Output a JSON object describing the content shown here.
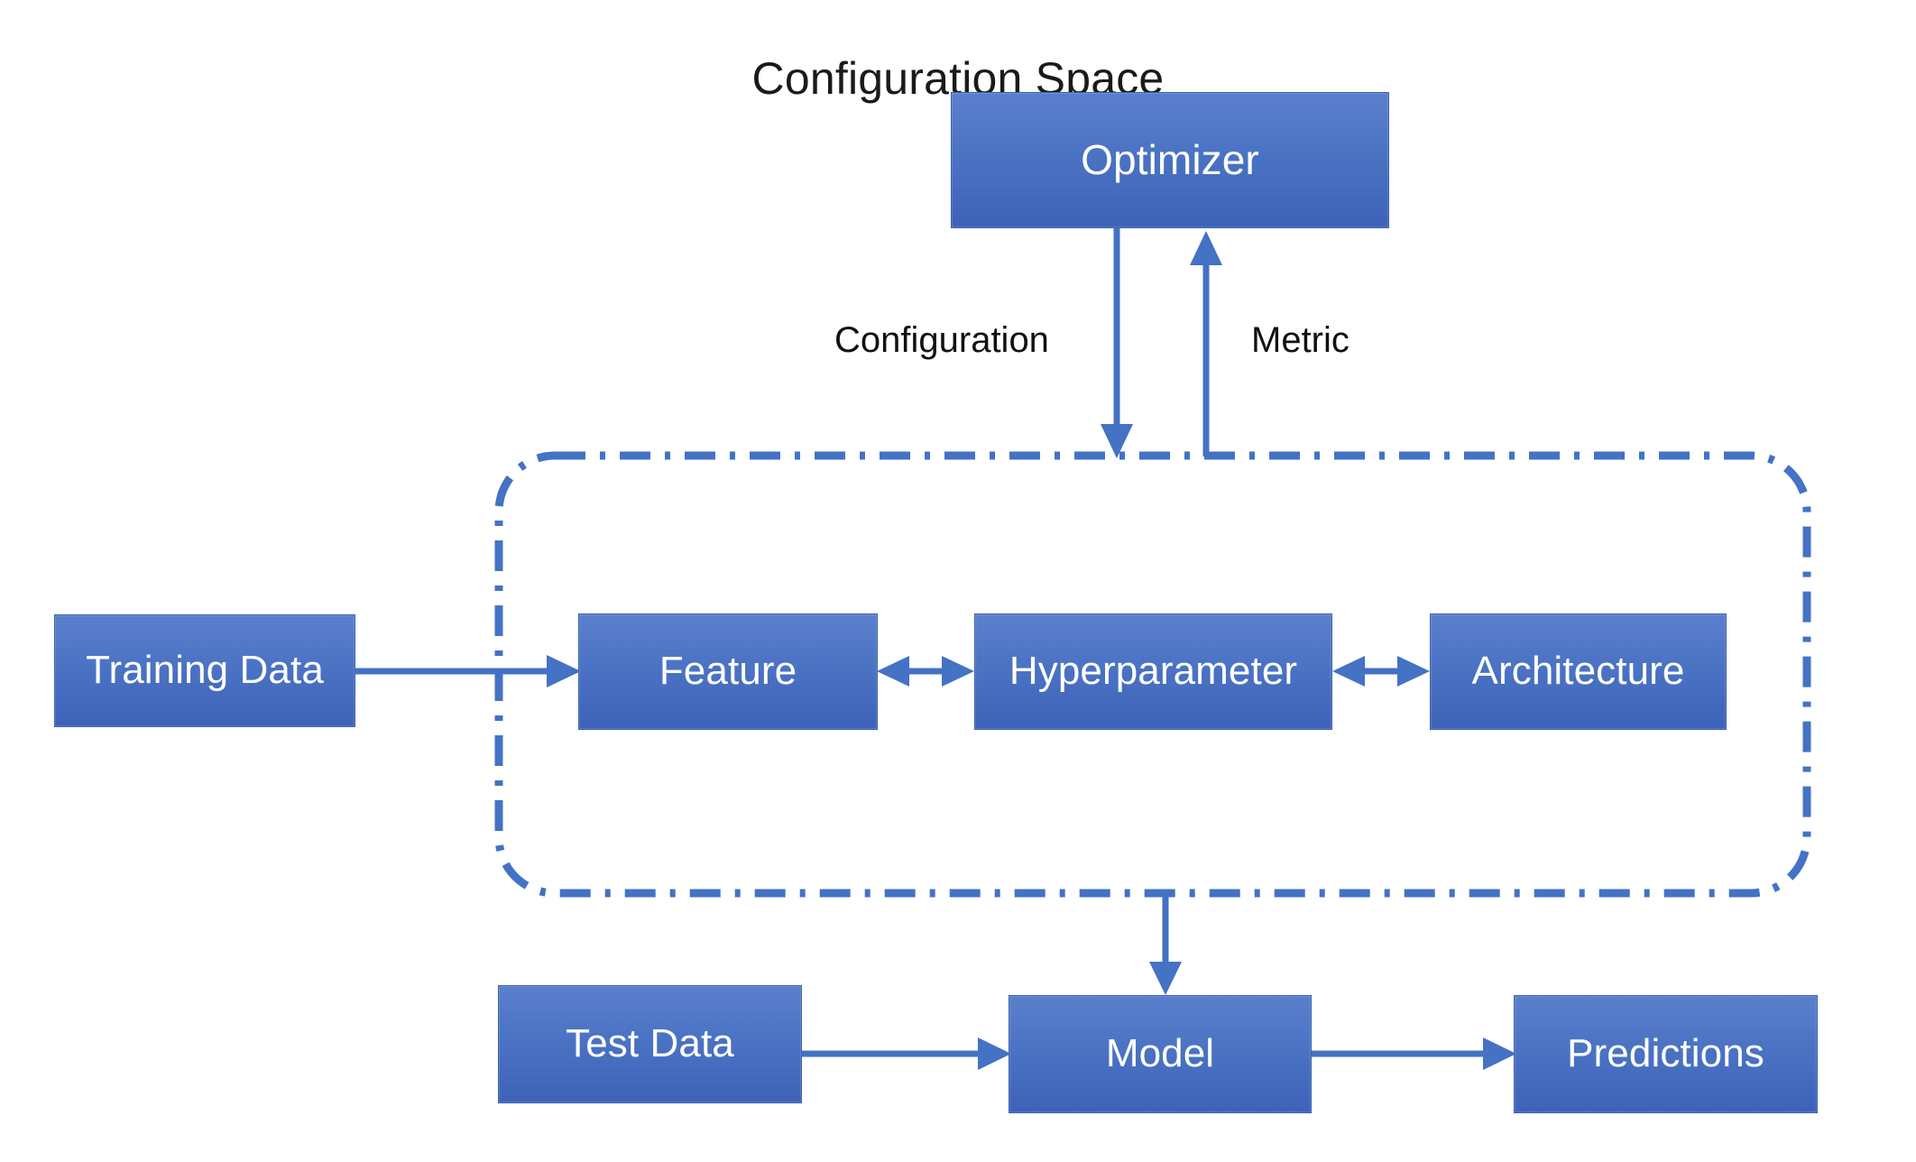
{
  "diagram": {
    "title": "Configuration Space",
    "background_color": "#ffffff",
    "accent_color": "#4472c4",
    "node_fill_top": "#5b7fcc",
    "node_fill_bottom": "#3d62b8",
    "node_border_color": "#3a5fb0",
    "node_text_color": "#ffffff",
    "label_text_color": "#111111"
  },
  "nodes": {
    "optimizer": {
      "label": "Optimizer"
    },
    "training_data": {
      "label": "Training Data"
    },
    "feature": {
      "label": "Feature"
    },
    "hyperparameter": {
      "label": "Hyperparameter"
    },
    "architecture": {
      "label": "Architecture"
    },
    "test_data": {
      "label": "Test Data"
    },
    "model": {
      "label": "Model"
    },
    "predictions": {
      "label": "Predictions"
    }
  },
  "container": {
    "title": "Configuration Space",
    "border_style": "dash-dot",
    "border_color": "#4472c4"
  },
  "edge_labels": {
    "configuration": "Configuration",
    "metric": "Metric"
  },
  "edges": [
    {
      "from": "optimizer",
      "to": "configuration_space",
      "label": "Configuration",
      "direction": "down",
      "arrowheads": "single"
    },
    {
      "from": "configuration_space",
      "to": "optimizer",
      "label": "Metric",
      "direction": "up",
      "arrowheads": "single"
    },
    {
      "from": "training_data",
      "to": "feature",
      "label": "",
      "direction": "right",
      "arrowheads": "single"
    },
    {
      "from": "feature",
      "to": "hyperparameter",
      "label": "",
      "direction": "both",
      "arrowheads": "double"
    },
    {
      "from": "hyperparameter",
      "to": "architecture",
      "label": "",
      "direction": "both",
      "arrowheads": "double"
    },
    {
      "from": "configuration_space",
      "to": "model",
      "label": "",
      "direction": "down",
      "arrowheads": "single"
    },
    {
      "from": "test_data",
      "to": "model",
      "label": "",
      "direction": "right",
      "arrowheads": "single"
    },
    {
      "from": "model",
      "to": "predictions",
      "label": "",
      "direction": "right",
      "arrowheads": "single"
    }
  ]
}
